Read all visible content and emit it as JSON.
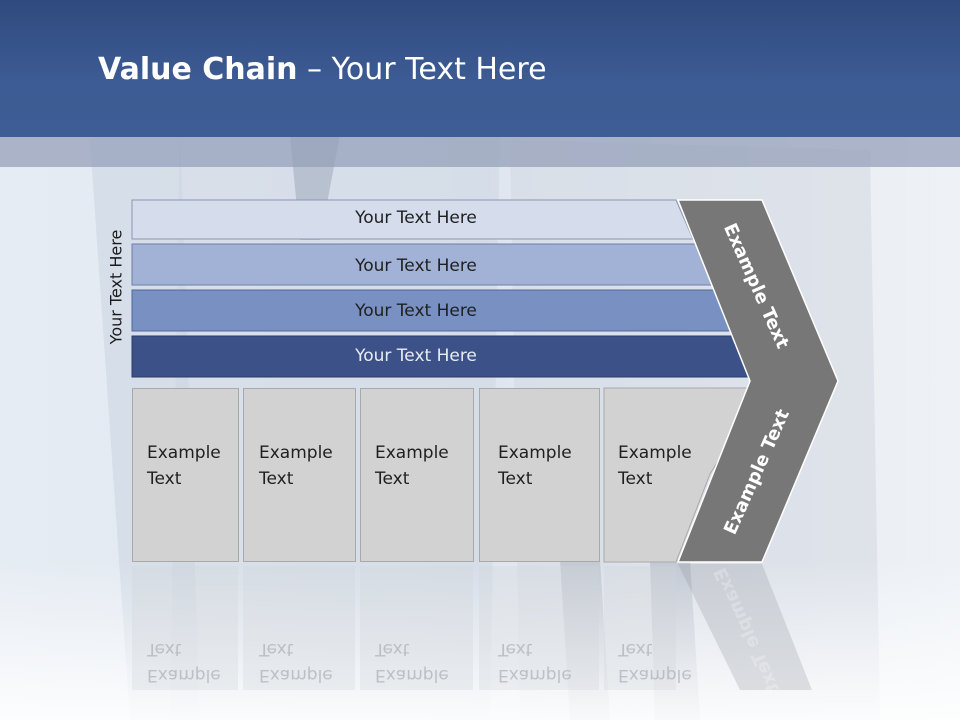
{
  "title": {
    "bold": "Value Chain",
    "rest": " – Your Text Here"
  },
  "side_label": "Your Text Here",
  "rows": [
    {
      "label": "Your Text Here",
      "fill": "#d5dcec",
      "text_color": "#1f1f1f"
    },
    {
      "label": "Your Text Here",
      "fill": "#a2b2d6",
      "text_color": "#1f1f1f"
    },
    {
      "label": "Your Text Here",
      "fill": "#7990c3",
      "text_color": "#1f1f1f"
    },
    {
      "label": "Your Text Here",
      "fill": "#3c5187",
      "text_color": "#e8ecf4"
    }
  ],
  "columns": [
    {
      "line1": "Example",
      "line2": "Text"
    },
    {
      "line1": "Example",
      "line2": "Text"
    },
    {
      "line1": "Example",
      "line2": "Text"
    },
    {
      "line1": "Example",
      "line2": "Text"
    },
    {
      "line1": "Example",
      "line2": "Text"
    }
  ],
  "chevron": {
    "upper_label": "Example Text",
    "lower_label": "Example Text",
    "fill": "#777777"
  },
  "colors": {
    "header": "#3d5b94",
    "column_fill": "#d2d2d2"
  }
}
